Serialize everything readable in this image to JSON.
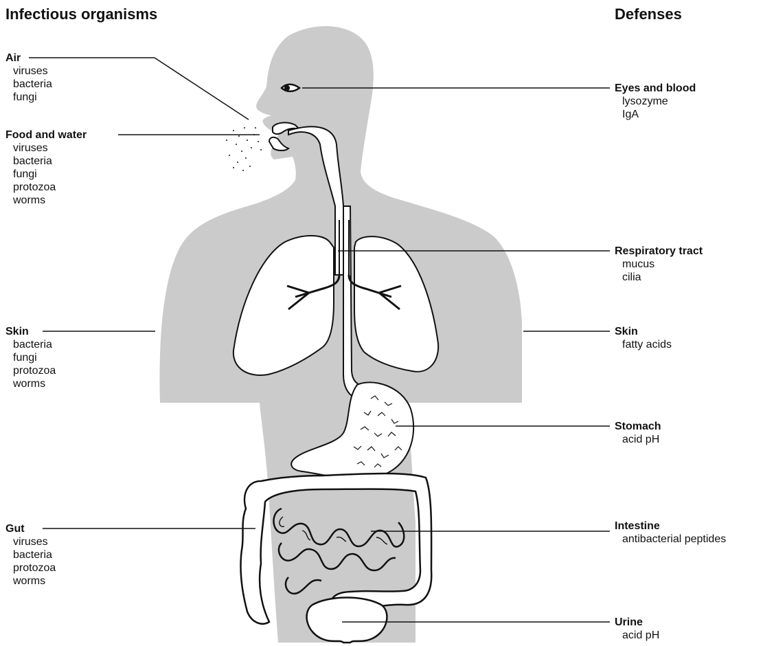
{
  "left_heading": "Infectious organisms",
  "right_heading": "Defenses",
  "left_labels": [
    {
      "title": "Air",
      "items": [
        "viruses",
        "bacteria",
        "fungi"
      ]
    },
    {
      "title": "Food and water",
      "items": [
        "viruses",
        "bacteria",
        "fungi",
        "protozoa",
        "worms"
      ]
    },
    {
      "title": "Skin",
      "items": [
        "bacteria",
        "fungi",
        "protozoa",
        "worms"
      ]
    },
    {
      "title": "Gut",
      "items": [
        "viruses",
        "bacteria",
        "protozoa",
        "worms"
      ]
    }
  ],
  "right_labels": [
    {
      "title": "Eyes and blood",
      "items": [
        "lysozyme",
        "IgA"
      ]
    },
    {
      "title": "Respiratory tract",
      "items": [
        "mucus",
        "cilia"
      ]
    },
    {
      "title": "Skin",
      "items": [
        "fatty acids"
      ]
    },
    {
      "title": "Stomach",
      "items": [
        "acid pH"
      ]
    },
    {
      "title": "Intestine",
      "items": [
        "antibacterial peptides"
      ]
    },
    {
      "title": "Urine",
      "items": [
        "acid pH"
      ]
    }
  ],
  "colors": {
    "body": "#cbcbcb",
    "organ": "#ffffff",
    "line": "#111111"
  }
}
